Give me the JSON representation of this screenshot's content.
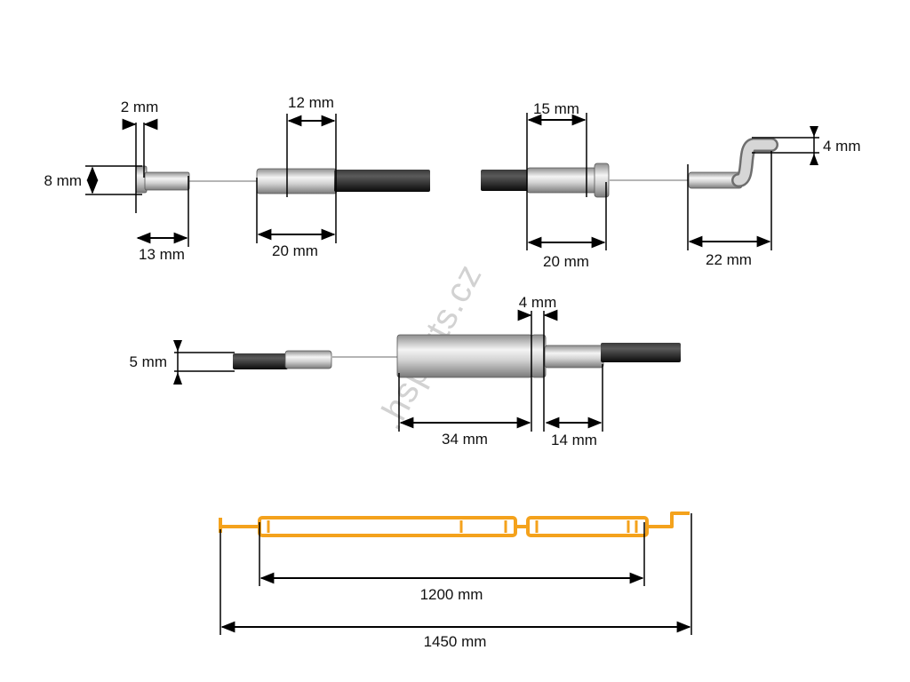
{
  "watermark": ".hsparts.cz",
  "colors": {
    "cable_outline": "#f4a21c",
    "sleeve": "#1a1a1a",
    "metal": "#d8d8d8",
    "wire": "#b5b5b5"
  },
  "top_left": {
    "dim_tip_width": "2 mm",
    "dim_tip_height": "8 mm",
    "dim_end_length": "13 mm",
    "dim_ferrule_inner": "12 mm",
    "dim_ferrule_length": "20 mm"
  },
  "top_right": {
    "dim_ferrule_inner": "15 mm",
    "dim_ferrule_length": "20 mm",
    "dim_hook_height": "4 mm",
    "dim_hook_length": "22 mm"
  },
  "middle": {
    "dim_sleeve_diameter": "5 mm",
    "dim_nut": "4 mm",
    "dim_adjuster_length": "34 mm",
    "dim_ferrule_length": "14 mm"
  },
  "bottom": {
    "dim_inner_length": "1200 mm",
    "dim_total_length": "1450 mm"
  }
}
